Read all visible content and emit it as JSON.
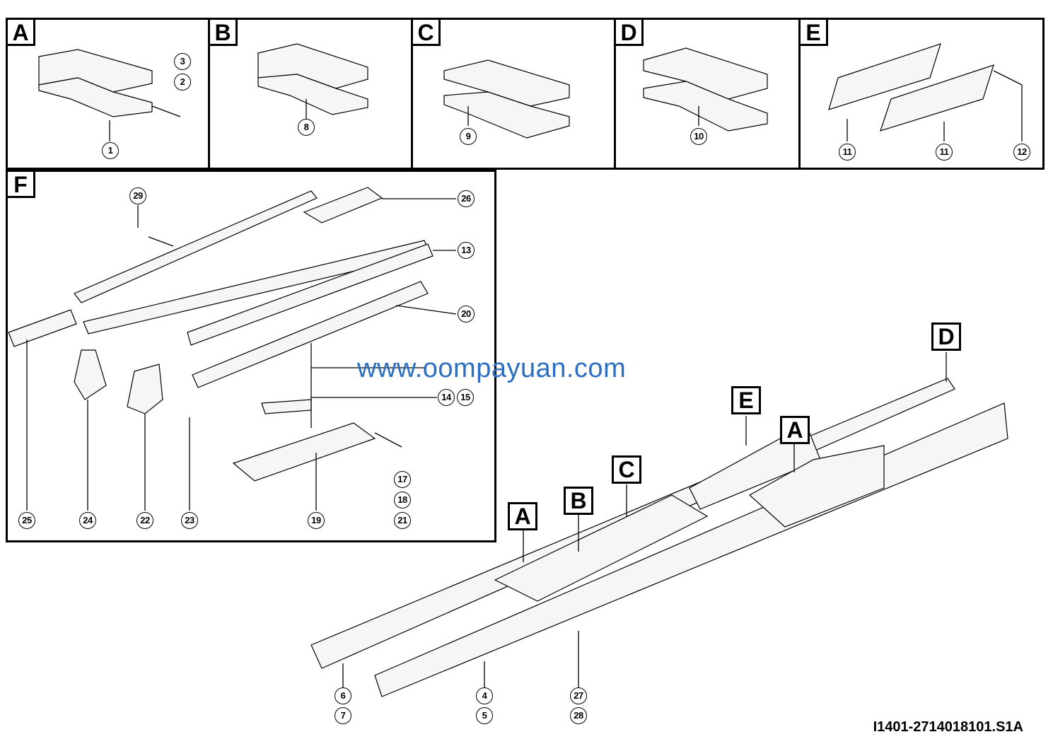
{
  "panels": {
    "A": {
      "label": "A",
      "callouts": [
        "3",
        "2",
        "1"
      ]
    },
    "B": {
      "label": "B",
      "callouts": [
        "8"
      ]
    },
    "C": {
      "label": "C",
      "callouts": [
        "9"
      ]
    },
    "D": {
      "label": "D",
      "callouts": [
        "10"
      ]
    },
    "E": {
      "label": "E",
      "callouts": [
        "11",
        "11",
        "12"
      ]
    },
    "F": {
      "label": "F",
      "callouts": [
        "29",
        "26",
        "13",
        "20",
        "14",
        "15",
        "17",
        "18",
        "21",
        "19",
        "25",
        "24",
        "22",
        "23"
      ]
    }
  },
  "chassis": {
    "tags": [
      "A",
      "B",
      "C",
      "E",
      "A",
      "D"
    ],
    "callouts": [
      "6",
      "7",
      "4",
      "5",
      "27",
      "28"
    ]
  },
  "watermark": "www.oompayuan.com",
  "reference": "I1401-2714018101.S1A"
}
